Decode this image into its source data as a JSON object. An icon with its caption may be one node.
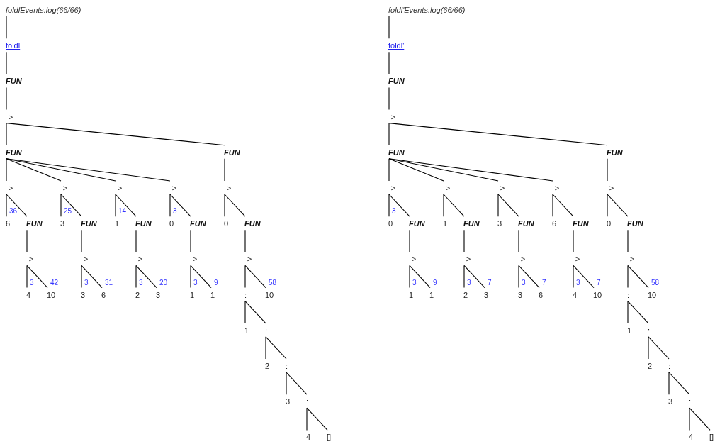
{
  "diagram": {
    "nodes": [
      {
        "text": [
          "foldlEvents.log(66/66)"
        ]
      },
      {
        "text": [
          "foldl"
        ]
      },
      {
        "text": [
          "FUN"
        ]
      },
      {
        "text": [
          "->"
        ]
      },
      {
        "text": [
          "FUN"
        ]
      },
      {
        "text": [
          "->"
        ]
      },
      {
        "text": [
          "6"
        ],
        "beside": [
          "36"
        ]
      },
      {
        "text": [
          "FUN"
        ]
      },
      {
        "text": [
          "->"
        ]
      },
      {
        "text": [
          "4"
        ],
        "beside": [
          "3"
        ]
      },
      {
        "text": [
          "10"
        ],
        "beside": [
          "42"
        ]
      },
      {
        "text": [
          "->"
        ]
      },
      {
        "text": [
          "3"
        ],
        "beside": [
          "25"
        ]
      },
      {
        "text": [
          "FUN"
        ]
      },
      {
        "text": [
          "->"
        ]
      },
      {
        "text": [
          "3"
        ],
        "beside": [
          "3"
        ]
      },
      {
        "text": [
          "6"
        ],
        "beside": [
          "31"
        ]
      },
      {
        "text": [
          "->"
        ]
      },
      {
        "text": [
          "1"
        ],
        "beside": [
          "14"
        ]
      },
      {
        "text": [
          "FUN"
        ]
      },
      {
        "text": [
          "->"
        ]
      },
      {
        "text": [
          "2"
        ],
        "beside": [
          "3"
        ]
      },
      {
        "text": [
          "3"
        ],
        "beside": [
          "20"
        ]
      },
      {
        "text": [
          "->"
        ]
      },
      {
        "text": [
          "0"
        ],
        "beside": [
          "3"
        ]
      },
      {
        "text": [
          "FUN"
        ]
      },
      {
        "text": [
          "->"
        ]
      },
      {
        "text": [
          "1"
        ],
        "beside": [
          "3"
        ]
      },
      {
        "text": [
          "1"
        ],
        "beside": [
          "9"
        ]
      },
      {
        "text": [
          "FUN"
        ]
      },
      {
        "text": [
          "->"
        ]
      },
      {
        "text": [
          "0"
        ]
      },
      {
        "text": [
          "FUN"
        ]
      },
      {
        "text": [
          "->"
        ]
      },
      {
        "text": [
          ":"
        ]
      },
      {
        "text": [
          "1"
        ]
      },
      {
        "text": [
          ":"
        ]
      },
      {
        "text": [
          "2"
        ]
      },
      {
        "text": [
          ":"
        ]
      },
      {
        "text": [
          "3"
        ]
      },
      {
        "text": [
          ":"
        ]
      },
      {
        "text": [
          "4"
        ]
      },
      {
        "text": [
          "[]"
        ]
      },
      {
        "text": [
          "10"
        ],
        "beside": [
          "58"
        ]
      },
      {
        "text": [
          "foldl'Events.log(66/66)"
        ]
      },
      {
        "text": [
          "foldl'"
        ]
      },
      {
        "text": [
          "FUN"
        ]
      },
      {
        "text": [
          "->"
        ]
      },
      {
        "text": [
          "FUN"
        ]
      },
      {
        "text": [
          "->"
        ]
      },
      {
        "text": [
          "0"
        ],
        "beside": [
          "3"
        ]
      },
      {
        "text": [
          "FUN"
        ]
      },
      {
        "text": [
          "->"
        ]
      },
      {
        "text": [
          "1"
        ],
        "beside": [
          "3"
        ]
      },
      {
        "text": [
          "1"
        ],
        "beside": [
          "9"
        ]
      },
      {
        "text": [
          "->"
        ]
      },
      {
        "text": [
          "1"
        ]
      },
      {
        "text": [
          "FUN"
        ]
      },
      {
        "text": [
          "->"
        ]
      },
      {
        "text": [
          "2"
        ],
        "beside": [
          "3"
        ]
      },
      {
        "text": [
          "3"
        ],
        "beside": [
          "7"
        ]
      },
      {
        "text": [
          "->"
        ]
      },
      {
        "text": [
          "3"
        ]
      },
      {
        "text": [
          "FUN"
        ]
      },
      {
        "text": [
          "->"
        ]
      },
      {
        "text": [
          "3"
        ],
        "beside": [
          "3"
        ]
      },
      {
        "text": [
          "6"
        ],
        "beside": [
          "7"
        ]
      },
      {
        "text": [
          "->"
        ]
      },
      {
        "text": [
          "6"
        ]
      },
      {
        "text": [
          "FUN"
        ]
      },
      {
        "text": [
          "->"
        ]
      },
      {
        "text": [
          "4"
        ],
        "beside": [
          "3"
        ]
      },
      {
        "text": [
          "10"
        ],
        "beside": [
          "7"
        ]
      },
      {
        "text": [
          "FUN"
        ]
      },
      {
        "text": [
          "->"
        ]
      },
      {
        "text": [
          "0"
        ]
      },
      {
        "text": [
          "FUN"
        ]
      },
      {
        "text": [
          "->"
        ]
      },
      {
        "text": [
          ":"
        ]
      },
      {
        "text": [
          "1"
        ]
      },
      {
        "text": [
          ":"
        ]
      },
      {
        "text": [
          "2"
        ]
      },
      {
        "text": [
          ":"
        ]
      },
      {
        "text": [
          "3"
        ]
      },
      {
        "text": [
          ":"
        ]
      },
      {
        "text": [
          "4"
        ]
      },
      {
        "text": [
          "[]"
        ]
      },
      {
        "text": [
          "10"
        ],
        "beside": [
          "58"
        ]
      }
    ],
    "edges": [
      {
        "from": 0,
        "to": 1,
        "arrow": "none"
      },
      {
        "from": 1,
        "to": 2,
        "arrow": "none"
      },
      {
        "from": 2,
        "to": 3,
        "arrow": "none"
      },
      {
        "from": 3,
        "to": 4,
        "arrow": "none"
      },
      {
        "from": 3,
        "to": 29,
        "arrow": "none"
      },
      {
        "from": 4,
        "to": 5,
        "arrow": "none"
      },
      {
        "from": 5,
        "to": 6,
        "arrow": "none"
      },
      {
        "from": 5,
        "to": 7,
        "arrow": "none"
      },
      {
        "from": 7,
        "to": 8,
        "arrow": "none"
      },
      {
        "from": 8,
        "to": 9,
        "arrow": "none"
      },
      {
        "from": 8,
        "to": 10,
        "arrow": "none"
      },
      {
        "from": 4,
        "to": 11,
        "arrow": "none"
      },
      {
        "from": 11,
        "to": 12,
        "arrow": "none"
      },
      {
        "from": 11,
        "to": 13,
        "arrow": "none"
      },
      {
        "from": 13,
        "to": 14,
        "arrow": "none"
      },
      {
        "from": 14,
        "to": 15,
        "arrow": "none"
      },
      {
        "from": 14,
        "to": 16,
        "arrow": "none"
      },
      {
        "from": 4,
        "to": 17,
        "arrow": "none"
      },
      {
        "from": 17,
        "to": 18,
        "arrow": "none"
      },
      {
        "from": 17,
        "to": 19,
        "arrow": "none"
      },
      {
        "from": 19,
        "to": 20,
        "arrow": "none"
      },
      {
        "from": 20,
        "to": 21,
        "arrow": "none"
      },
      {
        "from": 20,
        "to": 22,
        "arrow": "none"
      },
      {
        "from": 4,
        "to": 23,
        "arrow": "none"
      },
      {
        "from": 23,
        "to": 24,
        "arrow": "none"
      },
      {
        "from": 23,
        "to": 25,
        "arrow": "none"
      },
      {
        "from": 25,
        "to": 26,
        "arrow": "none"
      },
      {
        "from": 26,
        "to": 27,
        "arrow": "none"
      },
      {
        "from": 26,
        "to": 28,
        "arrow": "none"
      },
      {
        "from": 29,
        "to": 30,
        "arrow": "none"
      },
      {
        "from": 30,
        "to": 31,
        "arrow": "none"
      },
      {
        "from": 30,
        "to": 32,
        "arrow": "none"
      },
      {
        "from": 32,
        "to": 33,
        "arrow": "none"
      },
      {
        "from": 33,
        "to": 34,
        "arrow": "none"
      },
      {
        "from": 33,
        "to": 43,
        "arrow": "none"
      },
      {
        "from": 34,
        "to": 35,
        "arrow": "none"
      },
      {
        "from": 34,
        "to": 36,
        "arrow": "none"
      },
      {
        "from": 36,
        "to": 37,
        "arrow": "none"
      },
      {
        "from": 36,
        "to": 38,
        "arrow": "none"
      },
      {
        "from": 38,
        "to": 39,
        "arrow": "none"
      },
      {
        "from": 38,
        "to": 40,
        "arrow": "none"
      },
      {
        "from": 40,
        "to": 41,
        "arrow": "none"
      },
      {
        "from": 40,
        "to": 42,
        "arrow": "none"
      },
      {
        "from": 44,
        "to": 45,
        "arrow": "none"
      },
      {
        "from": 45,
        "to": 46,
        "arrow": "none"
      },
      {
        "from": 46,
        "to": 47,
        "arrow": "none"
      },
      {
        "from": 47,
        "to": 48,
        "arrow": "none"
      },
      {
        "from": 47,
        "to": 73,
        "arrow": "none"
      },
      {
        "from": 48,
        "to": 49,
        "arrow": "none"
      },
      {
        "from": 49,
        "to": 50,
        "arrow": "none"
      },
      {
        "from": 49,
        "to": 51,
        "arrow": "none"
      },
      {
        "from": 51,
        "to": 52,
        "arrow": "none"
      },
      {
        "from": 52,
        "to": 53,
        "arrow": "none"
      },
      {
        "from": 52,
        "to": 54,
        "arrow": "none"
      },
      {
        "from": 48,
        "to": 55,
        "arrow": "none"
      },
      {
        "from": 55,
        "to": 56,
        "arrow": "none"
      },
      {
        "from": 55,
        "to": 57,
        "arrow": "none"
      },
      {
        "from": 57,
        "to": 58,
        "arrow": "none"
      },
      {
        "from": 58,
        "to": 59,
        "arrow": "none"
      },
      {
        "from": 58,
        "to": 60,
        "arrow": "none"
      },
      {
        "from": 48,
        "to": 61,
        "arrow": "none"
      },
      {
        "from": 61,
        "to": 62,
        "arrow": "none"
      },
      {
        "from": 61,
        "to": 63,
        "arrow": "none"
      },
      {
        "from": 63,
        "to": 64,
        "arrow": "none"
      },
      {
        "from": 64,
        "to": 65,
        "arrow": "none"
      },
      {
        "from": 64,
        "to": 66,
        "arrow": "none"
      },
      {
        "from": 48,
        "to": 67,
        "arrow": "none"
      },
      {
        "from": 67,
        "to": 68,
        "arrow": "none"
      },
      {
        "from": 67,
        "to": 69,
        "arrow": "none"
      },
      {
        "from": 69,
        "to": 70,
        "arrow": "none"
      },
      {
        "from": 70,
        "to": 71,
        "arrow": "none"
      },
      {
        "from": 70,
        "to": 72,
        "arrow": "none"
      },
      {
        "from": 73,
        "to": 74,
        "arrow": "none"
      },
      {
        "from": 74,
        "to": 75,
        "arrow": "none"
      },
      {
        "from": 74,
        "to": 76,
        "arrow": "none"
      },
      {
        "from": 76,
        "to": 77,
        "arrow": "none"
      },
      {
        "from": 77,
        "to": 78,
        "arrow": "none"
      },
      {
        "from": 77,
        "to": 87,
        "arrow": "none"
      },
      {
        "from": 78,
        "to": 79,
        "arrow": "none"
      },
      {
        "from": 78,
        "to": 80,
        "arrow": "none"
      },
      {
        "from": 80,
        "to": 81,
        "arrow": "none"
      },
      {
        "from": 80,
        "to": 82,
        "arrow": "none"
      },
      {
        "from": 82,
        "to": 83,
        "arrow": "none"
      },
      {
        "from": 82,
        "to": 84,
        "arrow": "none"
      },
      {
        "from": 84,
        "to": 85,
        "arrow": "none"
      },
      {
        "from": 84,
        "to": 86,
        "arrow": "none"
      }
    ]
  }
}
